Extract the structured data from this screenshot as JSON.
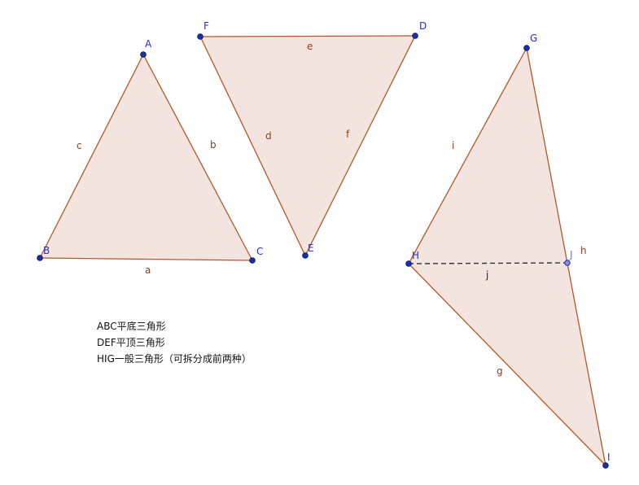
{
  "triangles": {
    "abc": {
      "vertices": {
        "a": "A",
        "b": "B",
        "c": "C"
      },
      "sides": {
        "a": "a",
        "b": "b",
        "c": "c"
      }
    },
    "def": {
      "vertices": {
        "d": "D",
        "e": "E",
        "f": "F"
      },
      "sides": {
        "d": "d",
        "e": "e",
        "f": "f"
      }
    },
    "ghi": {
      "vertices": {
        "g": "G",
        "h": "H",
        "i": "I",
        "j": "J"
      },
      "sides": {
        "g": "g",
        "h": "h",
        "i": "i",
        "j": "j"
      }
    }
  },
  "notes": [
    "ABC平底三角形",
    "DEF平顶三角形",
    "HIG一般三角形（可拆分成前两种）"
  ],
  "colors": {
    "fill": "#f4e4e0",
    "segment": "#b5572a",
    "point": "#1a2ea8",
    "dashed_segment": "#333333"
  }
}
